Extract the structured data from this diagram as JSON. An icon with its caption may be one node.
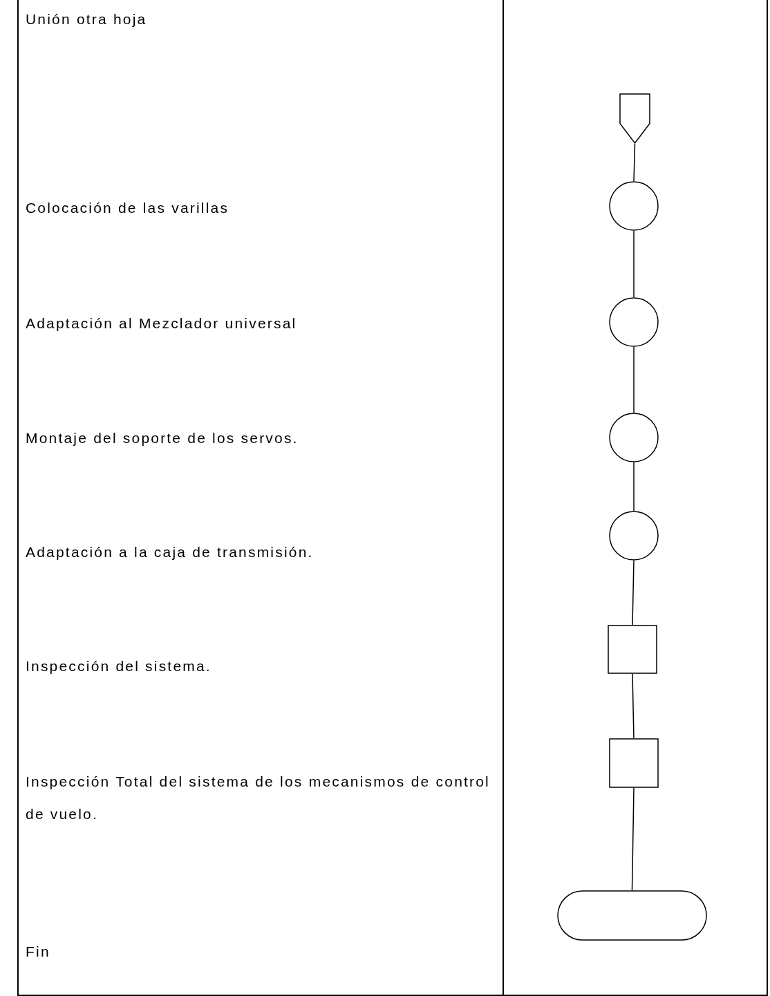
{
  "diagram": {
    "nodes": [
      {
        "text": [],
        "shape": "pentagon"
      },
      {
        "text": [],
        "shape": "circle"
      },
      {
        "text": [],
        "shape": "circle"
      },
      {
        "text": [],
        "shape": "circle"
      },
      {
        "text": [],
        "shape": "circle"
      },
      {
        "text": [],
        "shape": "box"
      },
      {
        "text": [],
        "shape": "box"
      },
      {
        "text": [],
        "shape": "oval"
      }
    ],
    "edges": [
      {
        "from": 0,
        "to": 1,
        "arrow": "none"
      },
      {
        "from": 1,
        "to": 2,
        "arrow": "none"
      },
      {
        "from": 2,
        "to": 3,
        "arrow": "none"
      },
      {
        "from": 3,
        "to": 4,
        "arrow": "none"
      },
      {
        "from": 4,
        "to": 5,
        "arrow": "none"
      },
      {
        "from": 5,
        "to": 6,
        "arrow": "none"
      },
      {
        "from": 6,
        "to": 7,
        "arrow": "none"
      }
    ],
    "labels": [
      "Unión otra hoja",
      "Colocación de las varillas",
      "Adaptación al Mezclador universal",
      "Montaje del soporte de los servos.",
      "Adaptación a la caja de transmisión.",
      "Inspección del sistema.",
      "Inspección Total del sistema de los mecanismos de control de vuelo.",
      "Fin"
    ]
  }
}
